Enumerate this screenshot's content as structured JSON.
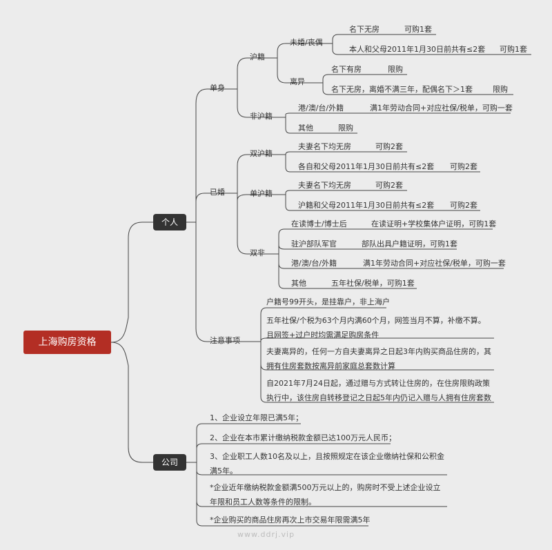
{
  "root": "上海购房资格",
  "personal": {
    "label": "个人",
    "single": {
      "label": "单身",
      "hu": {
        "label": "沪籍",
        "unmarried": {
          "label": "未婚/丧偶",
          "items": [
            {
              "cond": "名下无房",
              "result": "可购1套"
            },
            {
              "cond": "本人和父母2011年1月30日前共有≤2套",
              "result": "可购1套"
            }
          ]
        },
        "divorced": {
          "label": "离异",
          "items": [
            {
              "cond": "名下有房",
              "result": "限购"
            },
            {
              "cond": "名下无房，离婚不满三年，配偶名下＞1套",
              "result": "限购"
            }
          ]
        }
      },
      "nonhu": {
        "label": "非沪籍",
        "items": [
          {
            "cond": "港/澳/台/外籍",
            "result": "满1年劳动合同+对应社保/税单，可购一套"
          },
          {
            "cond": "其他",
            "result": "限购"
          }
        ]
      }
    },
    "married": {
      "label": "已婚",
      "double": {
        "label": "双沪籍",
        "items": [
          {
            "cond": "夫妻名下均无房",
            "result": "可购2套"
          },
          {
            "cond": "各自和父母2011年1月30日前共有≤2套",
            "result": "可购2套"
          }
        ]
      },
      "one": {
        "label": "单沪籍",
        "items": [
          {
            "cond": "夫妻名下均无房",
            "result": "可购2套"
          },
          {
            "cond": "沪籍和父母2011年1月30日前共有≤2套",
            "result": "可购2套"
          }
        ]
      },
      "none": {
        "label": "双非",
        "items": [
          {
            "cond": "在读博士/博士后",
            "result": "在读证明+学校集体户证明，可购1套"
          },
          {
            "cond": "驻沪部队军官",
            "result": "部队出具户籍证明，可购1套"
          },
          {
            "cond": "港/澳/台/外籍",
            "result": "满1年劳动合同+对应社保/税单，可购一套"
          },
          {
            "cond": "其他",
            "result": "五年社保/税单，可购1套"
          }
        ]
      }
    },
    "notes": {
      "label": "注意事项",
      "items": [
        "户籍号99开头，是挂靠户，非上海户",
        "五年社保/个税为63个月内满60个月，网签当月不算，补缴不算。且网签+过户时均需满足购房条件",
        "夫妻离异的，任何一方自夫妻离异之日起3年内购买商品住房的，其拥有住房套数按离异前家庭总套数计算",
        "自2021年7月24日起，通过赠与方式转让住房的，在住房限购政策执行中，该住房自转移登记之日起5年内仍记入赠与人拥有住房套数"
      ]
    }
  },
  "company": {
    "label": "公司",
    "items": [
      "1、企业设立年限已满5年；",
      "2、企业在本市累计缴纳税款金额已达100万元人民币；",
      "3、企业职工人数10名及以上，且按照规定在该企业缴纳社保和公积金满5年。",
      "*企业近年缴纳税款金额满500万元以上的，购房时不受上述企业设立年限和员工人数等条件的限制。",
      "*企业购买的商品住房再次上市交易年限需满5年"
    ]
  },
  "watermark": "www.ddrj.vip",
  "colors": {
    "root": "#b32e24",
    "branch": "#333333",
    "line": "#444444",
    "background": "#ececec"
  }
}
